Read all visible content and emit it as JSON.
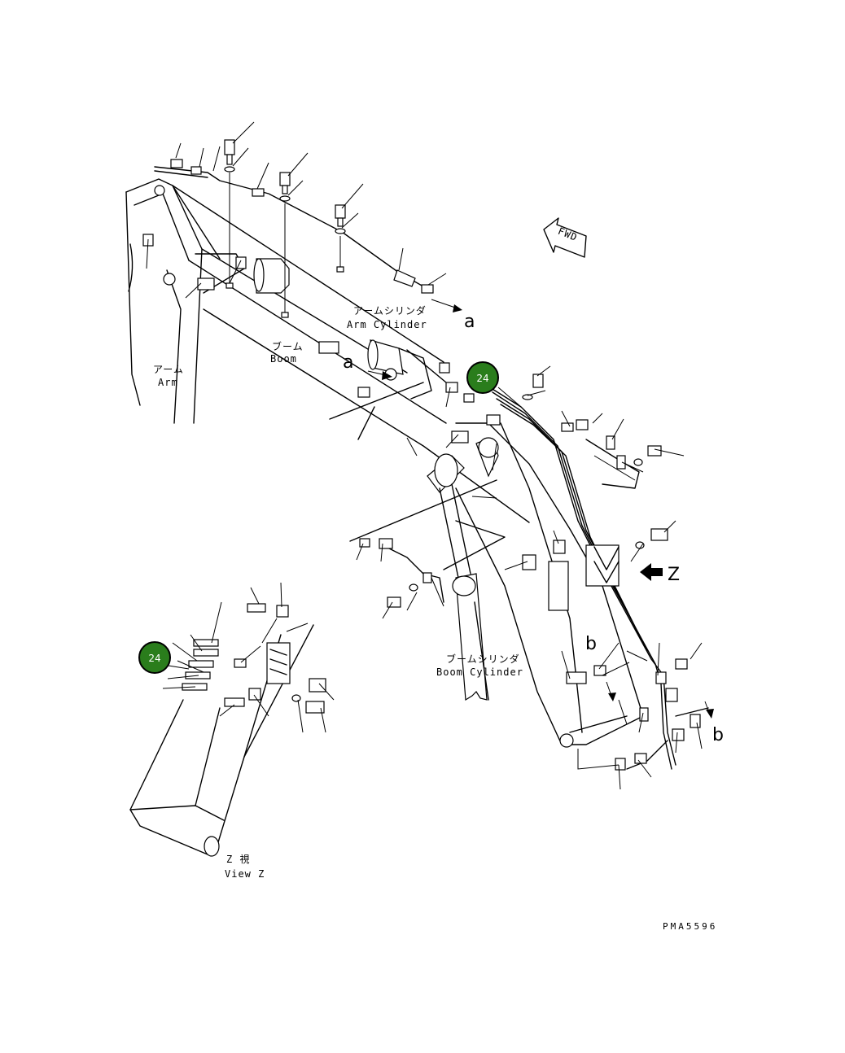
{
  "labels": {
    "arm_cylinder_jp": "アームシリンダ",
    "arm_cylinder_en": "Arm Cylinder",
    "boom_jp": "ブーム",
    "boom_en": "Boom",
    "arm_jp": "アーム",
    "arm_en": "Arm",
    "boom_cylinder_jp": "ブームシリンダ",
    "boom_cylinder_en": "Boom Cylinder",
    "view_z_jp": "Z 視",
    "view_z_en": "View Z",
    "fwd": "FWD",
    "z_arrow": "Z",
    "ref_a_1": "a",
    "ref_a_2": "a",
    "ref_b_1": "b",
    "ref_b_2": "b",
    "drawing_code": "PMA5596"
  },
  "callouts": [
    {
      "number": "24",
      "color": "#2a7d1c"
    },
    {
      "number": "24",
      "color": "#2a7d1c"
    }
  ]
}
